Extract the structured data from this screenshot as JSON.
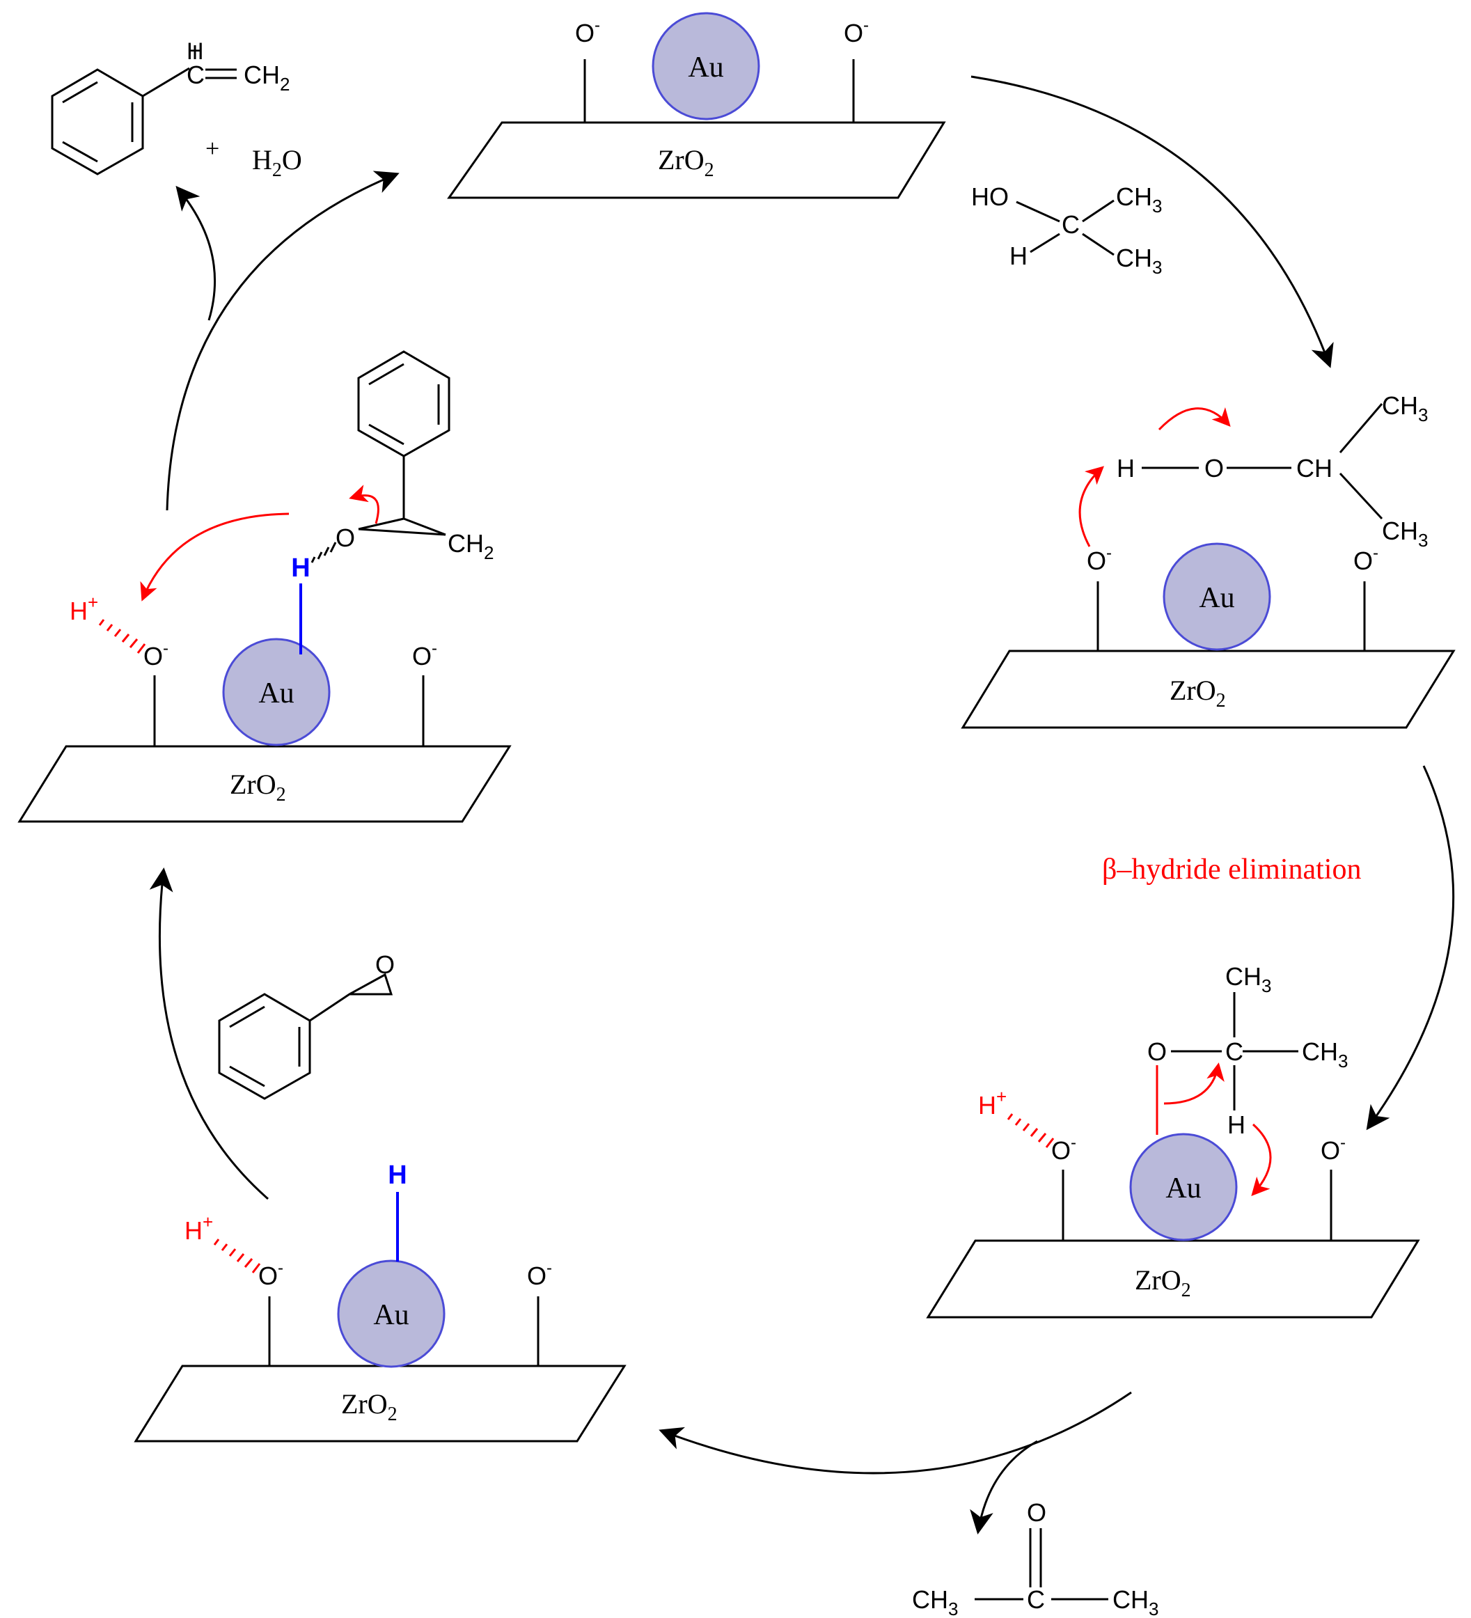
{
  "colors": {
    "au_fill": "#b9b9da",
    "au_stroke": "#4b4bd6",
    "red": "#ff0000",
    "blue": "#0000ff",
    "line": "#000000"
  },
  "labels": {
    "au": "Au",
    "zr": "Zr",
    "o": "O",
    "o_sub": "2",
    "o_minus": "O",
    "minus": "-",
    "h": "H",
    "plus": "+",
    "beta_hydride": "β–hydride elimination"
  },
  "isopropanol": {
    "ho": "HO",
    "c": "C",
    "h": "H",
    "ch": "CH",
    "sub3": "3"
  },
  "adsorbed_isopropanol": {
    "h": "H",
    "o": "O",
    "ch": "CH",
    "ch3": "CH",
    "sub3": "3"
  },
  "alkoxide": {
    "o": "O",
    "c": "C",
    "h": "H",
    "ch3": "CH",
    "sub3": "3"
  },
  "acetone": {
    "o": "O",
    "c": "C",
    "ch3": "CH",
    "sub3": "3"
  },
  "styrene": {
    "h": "H",
    "c": "C",
    "ch2": "CH",
    "sub2": "2",
    "plus": "+",
    "water_h": "H",
    "water_sub": "2",
    "water_o": "O"
  },
  "epoxide": {
    "o": "O"
  },
  "ring_opening": {
    "h": "H",
    "o": "O",
    "ch2": "CH",
    "sub2": "2"
  }
}
